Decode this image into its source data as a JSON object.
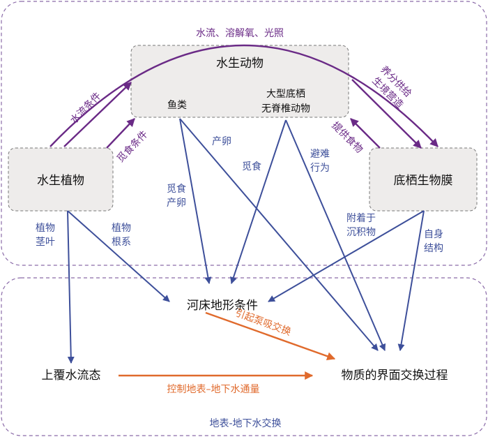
{
  "nodes": {
    "animals": "水生动物",
    "fish": "鱼类",
    "benthos_line1": "大型底栖",
    "benthos_line2": "无脊椎动物",
    "plants": "水生植物",
    "biofilm": "底栖生物膜",
    "bed": "河床地形条件",
    "flow": "上覆水流态",
    "exchange": "物质的界面交换过程"
  },
  "labels": {
    "top_arc": "水流、溶解氧、光照",
    "flow_cond": "水流条件",
    "forage_cond": "觅食条件",
    "nutrient": "养分供给",
    "habitat": "生境营造",
    "food": "提供食物",
    "stem_1": "植物",
    "stem_2": "茎叶",
    "root_1": "植物",
    "root_2": "根系",
    "forage_spawn_1": "觅食",
    "forage_spawn_2": "产卵",
    "spawn": "产卵",
    "forage": "觅食",
    "refuge_1": "避难",
    "refuge_2": "行为",
    "attach_1": "附着于",
    "attach_2": "沉积物",
    "self_1": "自身",
    "self_2": "结构",
    "pump": "引起泵吸交换",
    "control": "控制地表–地下水通量",
    "region_bottom": "地表-地下水交换"
  },
  "colors": {
    "blue": "#3d4f9a",
    "purple": "#6a2a86",
    "orange": "#e06a2c",
    "node_fill": "#eeeceb"
  }
}
